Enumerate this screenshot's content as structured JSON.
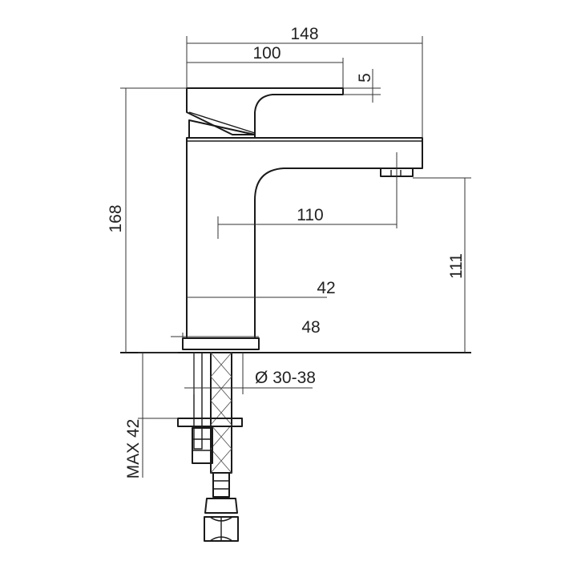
{
  "dimensions": {
    "total_width": "148",
    "lever_length": "100",
    "lever_offset": "5",
    "total_height": "168",
    "spout_reach": "110",
    "spout_height": "111",
    "body_width": "42",
    "base_diameter": "48",
    "hole_diameter": "Ø 30-38",
    "max_thickness": "MAX 42"
  }
}
